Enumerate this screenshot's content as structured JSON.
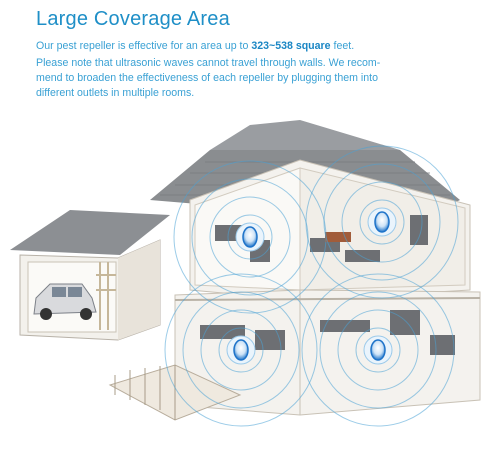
{
  "header": {
    "title": "Large Coverage Area",
    "coverage_prefix": "Our pest repeller is effective for an area up to",
    "coverage_value": "323~538 square",
    "coverage_suffix": "feet.",
    "note_lines": [
      "Please note that ultrasonic waves cannot travel through walls. We recom-",
      "mend to broaden the effectiveness of each repeller by plugging them into",
      "different outlets in multiple rooms."
    ]
  },
  "colors": {
    "accent": "#1f8fc7",
    "wave": "#4aa3d6",
    "roof": "#8a8d90",
    "wall": "#f4f2ee",
    "repeller_blue": "#1e73c9"
  },
  "scene": {
    "icons": [
      "house-cutaway-illustration",
      "garage-illustration",
      "car-icon",
      "repeller-device-icon"
    ],
    "repeller_count": 4
  }
}
